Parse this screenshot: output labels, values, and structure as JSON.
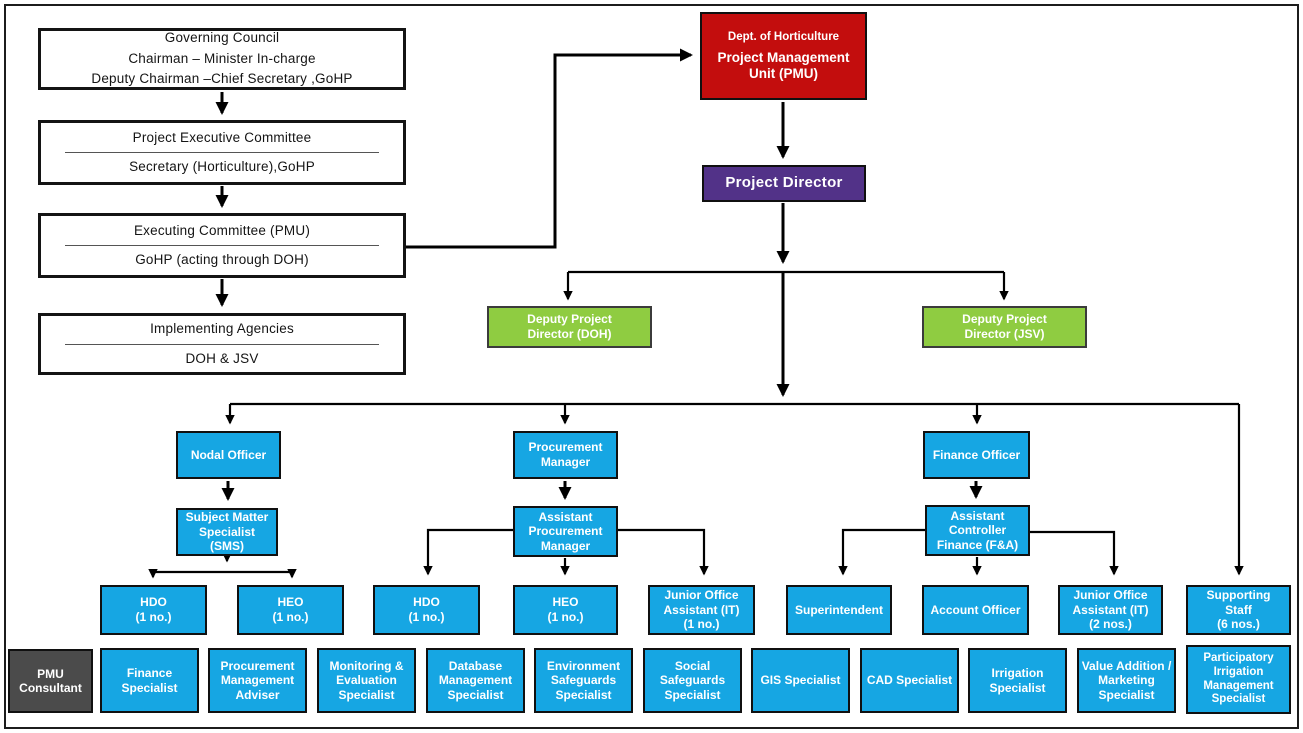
{
  "palette": {
    "red": "#C30D0D",
    "purple": "#523288",
    "green": "#8FCC41",
    "blue": "#16A6E3",
    "dark_gray": "#4B4B4B",
    "line": "#000000"
  },
  "governance": {
    "governing_council": {
      "line1": "Governing Council",
      "line2": "Chairman – Minister In-charge",
      "line3": "Deputy Chairman –Chief Secretary ,GoHP"
    },
    "project_executive_committee": {
      "title": "Project Executive Committee",
      "subtitle": "Secretary (Horticulture),GoHP"
    },
    "executing_committee": {
      "title": "Executing Committee (PMU)",
      "subtitle": "GoHP (acting through DOH)"
    },
    "implementing_agencies": {
      "title": "Implementing Agencies",
      "subtitle": "DOH & JSV"
    }
  },
  "pmu": {
    "dept": "Dept. of Horticulture",
    "unit": "Project Management\nUnit (PMU)"
  },
  "director": {
    "label": "Project Director"
  },
  "deputy_directors": {
    "doh": "Deputy Project\nDirector (DOH)",
    "jsv": "Deputy Project\nDirector (JSV)"
  },
  "officers": {
    "nodal_officer": "Nodal Officer",
    "procurement_manager": "Procurement\nManager",
    "finance_officer": "Finance Officer",
    "subject_matter_specialist": "Subject Matter\nSpecialist\n(SMS)",
    "assistant_procurement_manager": "Assistant\nProcurement\nManager",
    "assistant_controller_finance": "Assistant\nController\nFinance (F&A)"
  },
  "staff_row": {
    "hdo_1": "HDO\n(1 no.)",
    "heo_1": "HEO\n(1 no.)",
    "hdo_2": "HDO\n(1 no.)",
    "heo_2": "HEO\n(1 no.)",
    "junior_office_assistant_it_1": "Junior Office\nAssistant (IT)\n(1 no.)",
    "superintendent": "Superintendent",
    "account_officer": "Account Officer",
    "junior_office_assistant_it_2": "Junior Office\nAssistant (IT)\n(2 nos.)",
    "supporting_staff": "Supporting\nStaff\n(6 nos.)"
  },
  "consultant_row": {
    "pmu_consultant": "PMU\nConsultant",
    "specialists": [
      "Finance\nSpecialist",
      "Procurement\nManagement\nAdviser",
      "Monitoring &\nEvaluation\nSpecialist",
      "Database\nManagement\nSpecialist",
      "Environment\nSafeguards\nSpecialist",
      "Social\nSafeguards\nSpecialist",
      "GIS Specialist",
      "CAD Specialist",
      "Irrigation\nSpecialist",
      "Value Addition /\nMarketing\nSpecialist",
      "Participatory\nIrrigation\nManagement\nSpecialist"
    ]
  }
}
